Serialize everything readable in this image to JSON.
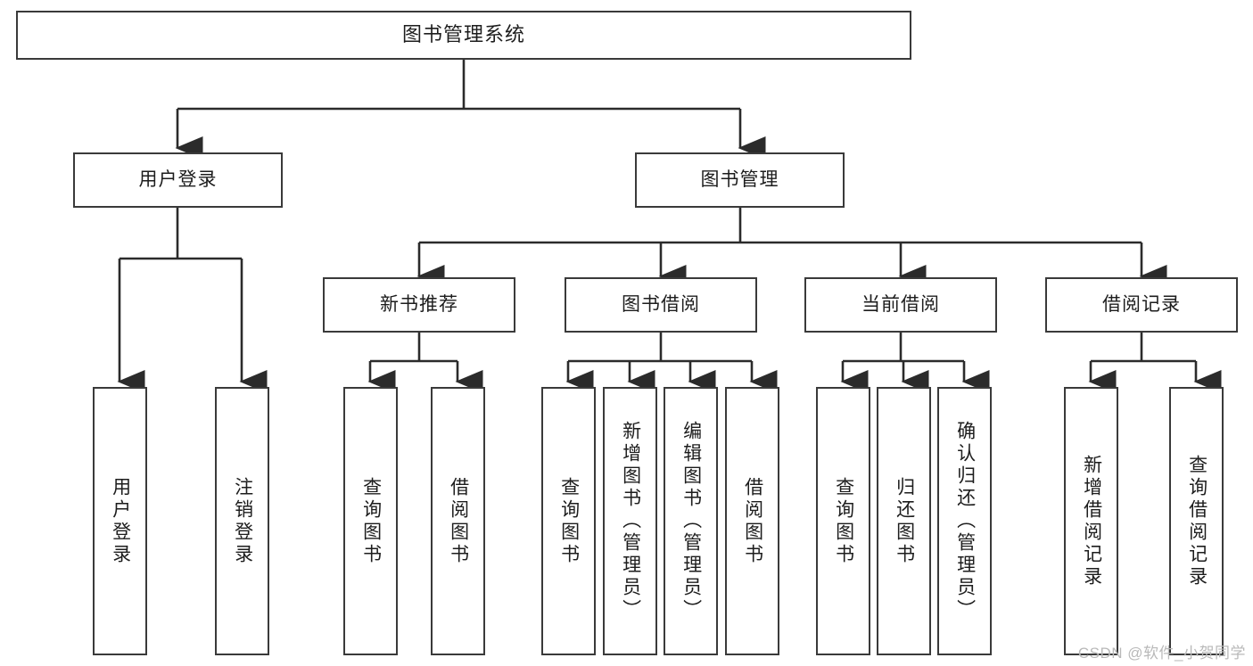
{
  "diagram": {
    "title": "图书管理系统",
    "watermark": "CSDN @软件_小贺同学",
    "colors": {
      "background": "#ffffff",
      "box_border": "#3a3a3a",
      "box_fill": "#ffffff",
      "connector": "#2b2b2b",
      "text": "#1d1d1d",
      "watermark": "#b9b9b9"
    },
    "root": {
      "label": "图书管理系统"
    },
    "level2": [
      {
        "label": "用户登录"
      },
      {
        "label": "图书管理"
      }
    ],
    "level3": [
      {
        "label": "新书推荐"
      },
      {
        "label": "图书借阅"
      },
      {
        "label": "当前借阅"
      },
      {
        "label": "借阅记录"
      }
    ],
    "leaves": {
      "user_login": [
        {
          "label": "用户登录"
        },
        {
          "label": "注销登录"
        }
      ],
      "new_book_recommend": [
        {
          "label": "查询图书"
        },
        {
          "label": "借阅图书"
        }
      ],
      "book_borrow": [
        {
          "label": "查询图书"
        },
        {
          "label": "新增图书（管理员）"
        },
        {
          "label": "编辑图书（管理员）"
        },
        {
          "label": "借阅图书"
        }
      ],
      "current_borrow": [
        {
          "label": "查询图书"
        },
        {
          "label": "归还图书"
        },
        {
          "label": "确认归还（管理员）"
        }
      ],
      "borrow_records": [
        {
          "label": "新增借阅记录"
        },
        {
          "label": "查询借阅记录"
        }
      ]
    }
  }
}
